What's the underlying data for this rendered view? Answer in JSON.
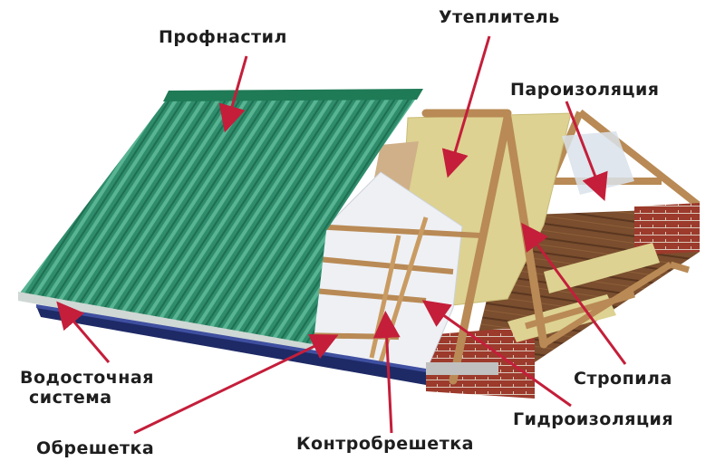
{
  "labels": {
    "profnastil": "Профнастил",
    "uteplitel": "Утеплитель",
    "paroizolyaciya": "Пароизоляция",
    "vodostochnaya_line1": "Водосточная",
    "vodostochnaya_line2": "система",
    "stropila": "Стропила",
    "gidroizolyaciya": "Гидроизоляция",
    "obreshetka": "Обрешетка",
    "kontrobreshetka": "Контробрешетка"
  },
  "colors": {
    "roof_sheet": "#2f8d6c",
    "roof_ridge": "#1f7a56",
    "gutter": "#1e2a66",
    "insulation": "#ddd291",
    "membrane": "#eef0f4",
    "wood": "#b98a55",
    "floor": "#7a4e2e",
    "brick": "#9c3a2c",
    "arrow": "#c41e3a"
  }
}
